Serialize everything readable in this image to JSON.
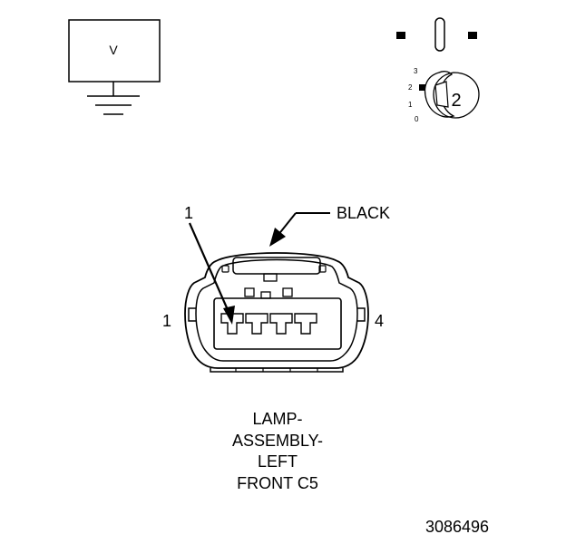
{
  "voltmeter": {
    "symbol": "V"
  },
  "selector": {
    "positions": [
      "3",
      "2",
      "1",
      "0"
    ],
    "selected": "2"
  },
  "connector": {
    "color_label": "BLACK",
    "pointer_label": "1",
    "left_pin": "1",
    "right_pin": "4",
    "title_lines": [
      "LAMP-",
      "ASSEMBLY-",
      "LEFT",
      "FRONT C5"
    ]
  },
  "figure_id": "3086496",
  "colors": {
    "ink": "#000000",
    "background": "#ffffff"
  }
}
